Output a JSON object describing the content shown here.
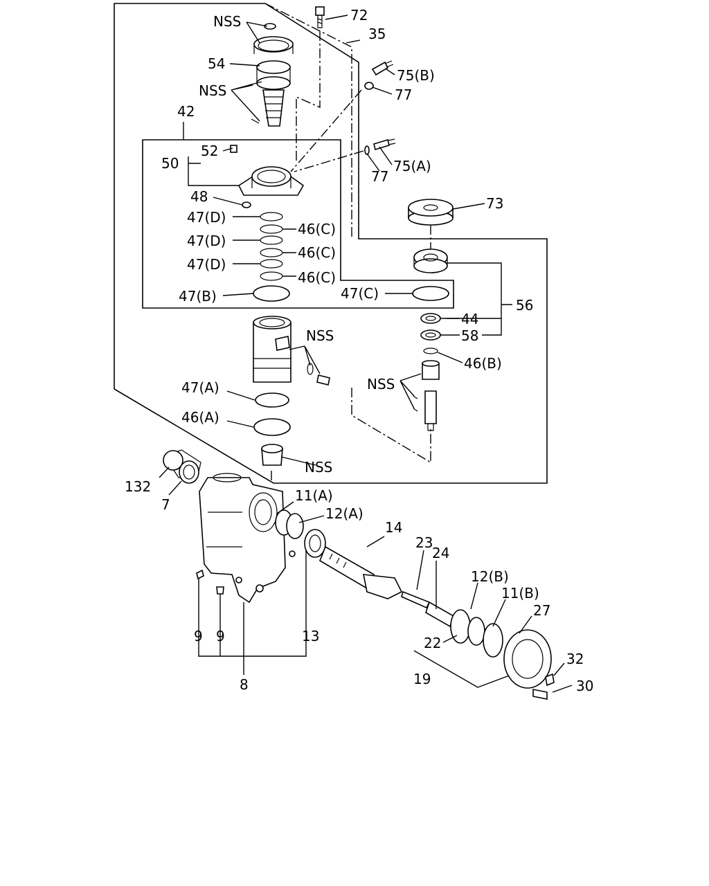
{
  "labels": {
    "nss_top": "NSS",
    "p72": "72",
    "p35": "35",
    "p54": "54",
    "p75b": "75(B)",
    "nss_mid": "NSS",
    "p77a": "77",
    "p42": "42",
    "p52": "52",
    "p50": "50",
    "p75a": "75(A)",
    "p77b": "77",
    "p73": "73",
    "p48": "48",
    "p47d_1": "47(D)",
    "p46c_1": "46(C)",
    "p47d_2": "47(D)",
    "p46c_2": "46(C)",
    "p47d_3": "47(D)",
    "p46c_3": "46(C)",
    "p47c": "47(C)",
    "p47b": "47(B)",
    "p56": "56",
    "p44": "44",
    "p58": "58",
    "nss_piston": "NSS",
    "p46b": "46(B)",
    "nss_valve": "NSS",
    "p47a": "47(A)",
    "p46a": "46(A)",
    "nss_bottom": "NSS",
    "p132": "132",
    "p7": "7",
    "p11a": "11(A)",
    "p12a": "12(A)",
    "p14": "14",
    "p23": "23",
    "p24": "24",
    "p12b": "12(B)",
    "p11b": "11(B)",
    "p27": "27",
    "p22": "22",
    "p19": "19",
    "p32": "32",
    "p30": "30",
    "p9a": "9",
    "p9b": "9",
    "p13": "13",
    "p8": "8"
  }
}
